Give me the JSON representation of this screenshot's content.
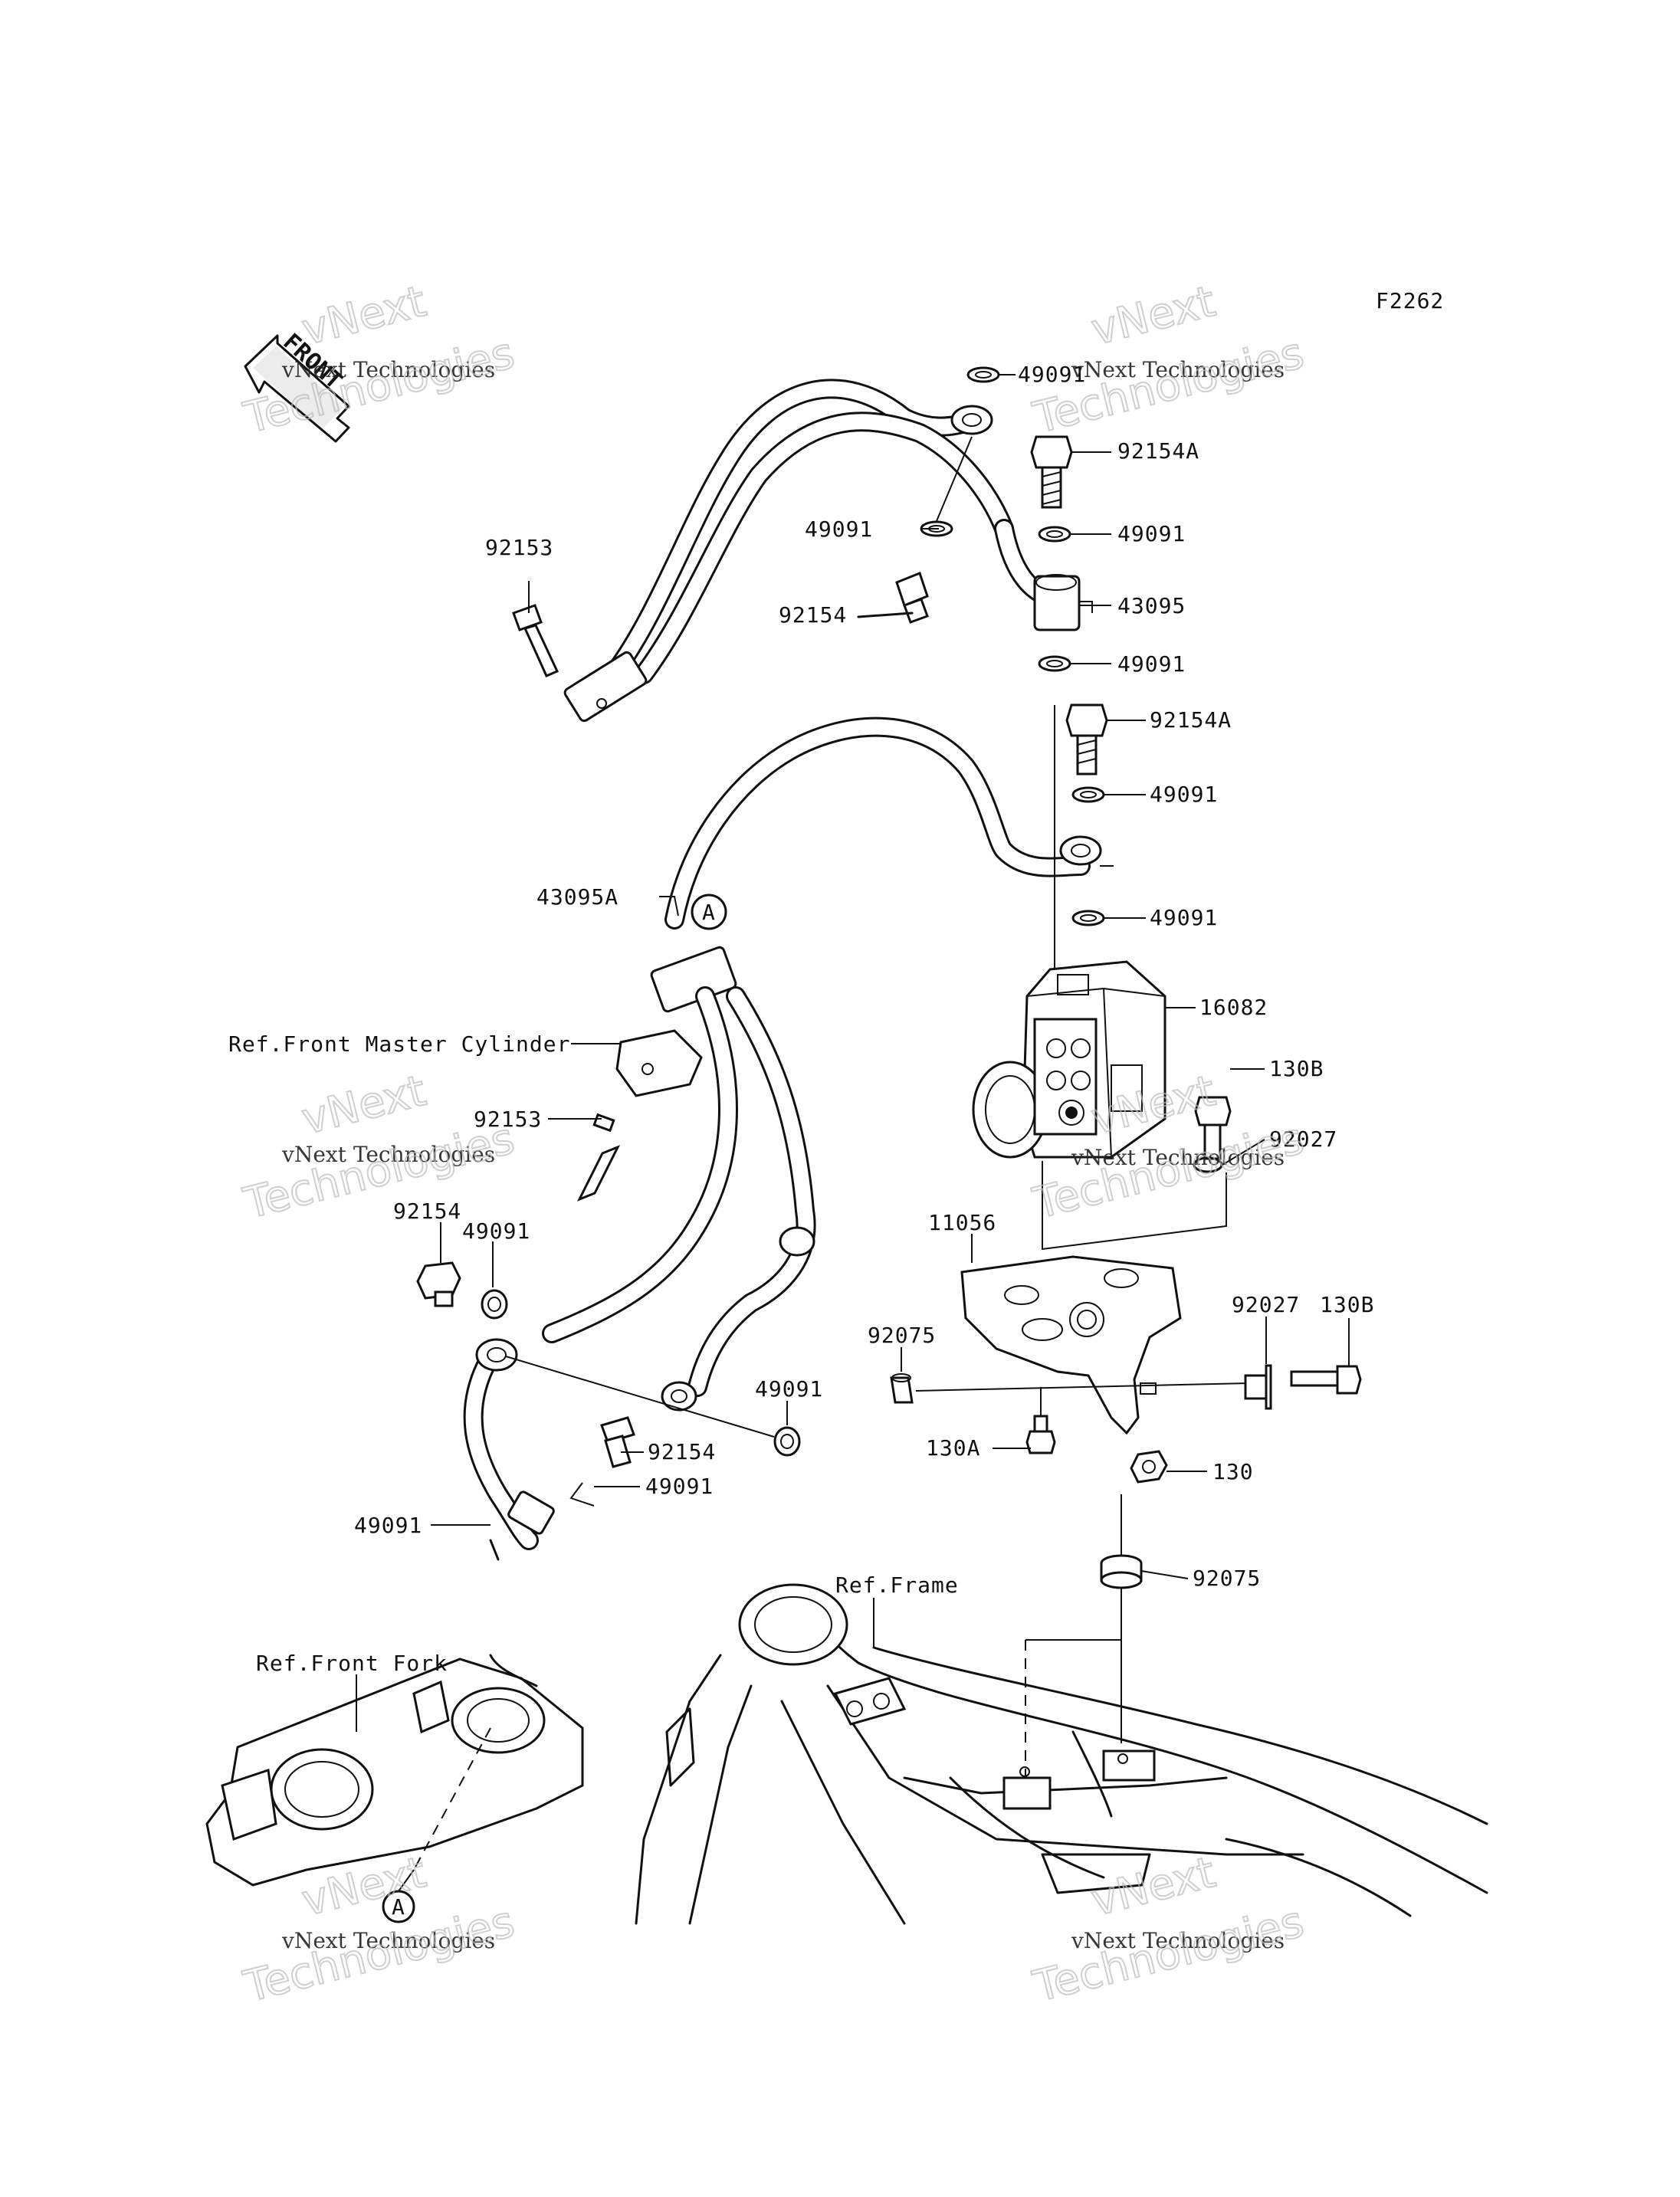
{
  "diagram_code": "F2262",
  "front_badge": "FRONT",
  "watermark": {
    "line1": "vNext",
    "line2": "vNext Technologies",
    "line3": "Technologies"
  },
  "callouts": [
    {
      "id": "49091-top",
      "text": "49091"
    },
    {
      "id": "92154A-top",
      "text": "92154A"
    },
    {
      "id": "49091-b",
      "text": "49091"
    },
    {
      "id": "49091-c",
      "text": "49091"
    },
    {
      "id": "43095",
      "text": "43095"
    },
    {
      "id": "92154-top",
      "text": "92154"
    },
    {
      "id": "49091-d",
      "text": "49091"
    },
    {
      "id": "92153-top",
      "text": "92153"
    },
    {
      "id": "92154A-mid",
      "text": "92154A"
    },
    {
      "id": "49091-e",
      "text": "49091"
    },
    {
      "id": "43095A",
      "text": "43095A"
    },
    {
      "id": "49091-f",
      "text": "49091"
    },
    {
      "id": "16082",
      "text": "16082"
    },
    {
      "id": "ref-master",
      "text": "Ref.Front Master Cylinder"
    },
    {
      "id": "130B-top",
      "text": "130B"
    },
    {
      "id": "92153-mid",
      "text": "92153"
    },
    {
      "id": "92027-top",
      "text": "92027"
    },
    {
      "id": "92154-left",
      "text": "92154"
    },
    {
      "id": "49091-left",
      "text": "49091"
    },
    {
      "id": "11056",
      "text": "11056"
    },
    {
      "id": "92075-left",
      "text": "92075"
    },
    {
      "id": "92027-right",
      "text": "92027"
    },
    {
      "id": "130B-right",
      "text": "130B"
    },
    {
      "id": "49091-g",
      "text": "49091"
    },
    {
      "id": "92154-low",
      "text": "92154"
    },
    {
      "id": "130A",
      "text": "130A"
    },
    {
      "id": "130",
      "text": "130"
    },
    {
      "id": "49091-h",
      "text": "49091"
    },
    {
      "id": "49091-i",
      "text": "49091"
    },
    {
      "id": "92075-low",
      "text": "92075"
    },
    {
      "id": "ref-frame",
      "text": "Ref.Frame"
    },
    {
      "id": "ref-fork",
      "text": "Ref.Front Fork"
    }
  ],
  "markers": {
    "a_upper": "A",
    "a_lower": "A"
  }
}
